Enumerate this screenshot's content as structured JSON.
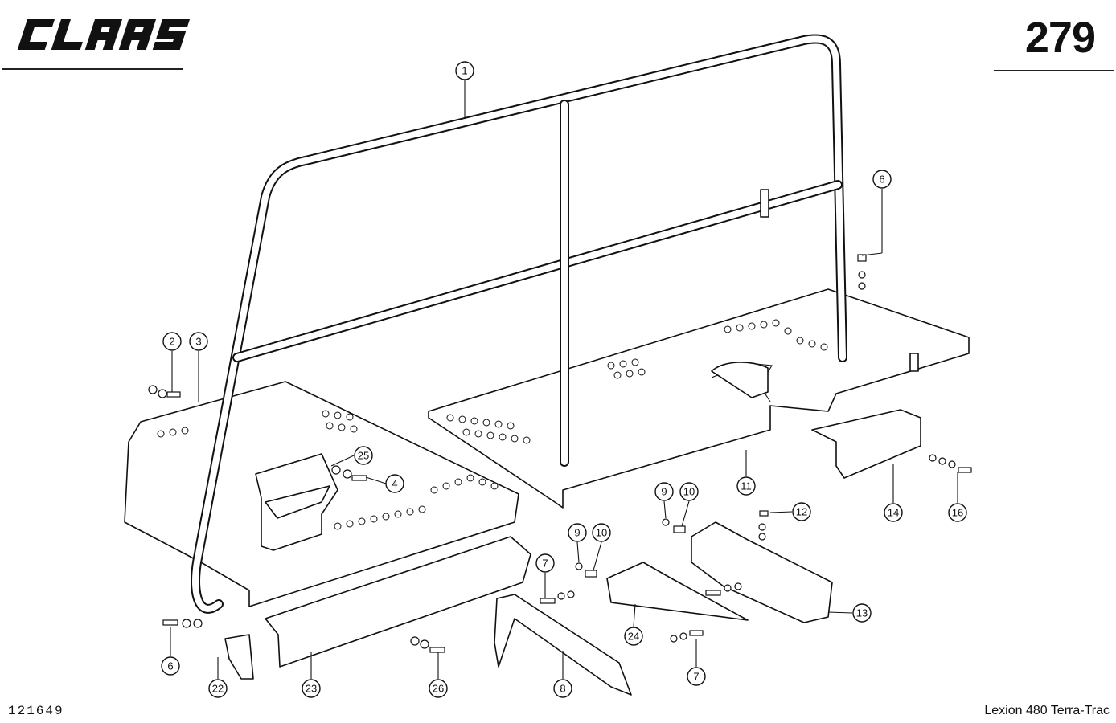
{
  "header": {
    "brand": "CLAAS",
    "page_number": "279"
  },
  "footer": {
    "drawing_id": "121649",
    "model": "Lexion 480 Terra-Trac"
  },
  "callouts": [
    "1",
    "2",
    "3",
    "4",
    "6",
    "6",
    "7",
    "7",
    "8",
    "9",
    "9",
    "10",
    "10",
    "11",
    "12",
    "13",
    "14",
    "16",
    "22",
    "23",
    "24",
    "25",
    "26"
  ]
}
